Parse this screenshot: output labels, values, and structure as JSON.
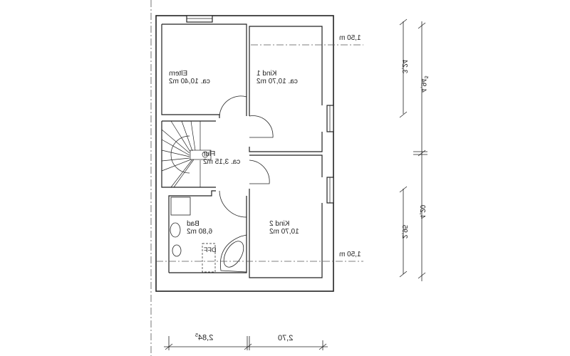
{
  "rooms": [
    {
      "name": "Eltern",
      "area": "ca. 10,40 m2"
    },
    {
      "name": "Kind 1",
      "area": "ca. 10,70 m2"
    },
    {
      "name": "Flur",
      "area": "ca. 3,15 m2"
    },
    {
      "name": "Bad",
      "area": "6,80 m2"
    },
    {
      "name": "Kind 2",
      "area": "10,70 m2"
    }
  ],
  "fixtures": {
    "dff": "DFF"
  },
  "levels": {
    "top": "1,50 m",
    "bottom": "1,50 m"
  },
  "dimensions": {
    "vertical_inner_top": "3,24",
    "vertical_inner_bottom": "2,95",
    "vertical_outer_top": "4,94",
    "vertical_outer_top_sup": "5",
    "vertical_outer_bottom": "4,20",
    "horizontal_left": "2,84",
    "horizontal_left_sup": "5",
    "horizontal_right": "2,70"
  }
}
